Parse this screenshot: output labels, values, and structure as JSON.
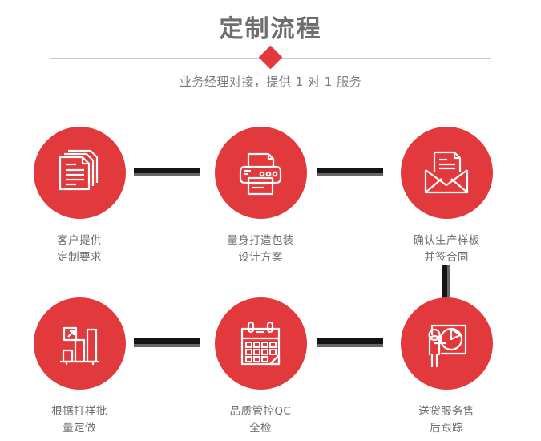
{
  "header": {
    "title": "定制流程",
    "subtitle": "业务经理对接，提供 1 对 1 服务",
    "divider_icon": "diamond-marker",
    "accent_color": "#e23a3c",
    "title_color": "#6d6d6d",
    "subtitle_color": "#7a7a7a",
    "divider_color": "#c9c9c9"
  },
  "steps": [
    {
      "icon": "documents-stack-icon",
      "label_line1": "客户提供",
      "label_line2": "定制要求"
    },
    {
      "icon": "printer-icon",
      "label_line1": "量身打造包装",
      "label_line2": "设计方案"
    },
    {
      "icon": "envelope-letter-icon",
      "label_line1": "确认生产样板",
      "label_line2": "并签合同"
    },
    {
      "icon": "bar-chart-growth-icon",
      "label_line1": "根据打样批",
      "label_line2": "量定做"
    },
    {
      "icon": "calendar-icon",
      "label_line1": "品质管控QC",
      "label_line2": "全检"
    },
    {
      "icon": "presenter-piechart-icon",
      "label_line1": "送货服务售",
      "label_line2": "后跟踪"
    }
  ],
  "connectors": {
    "bar_color": "#141414",
    "shadow_color": "#666666"
  }
}
